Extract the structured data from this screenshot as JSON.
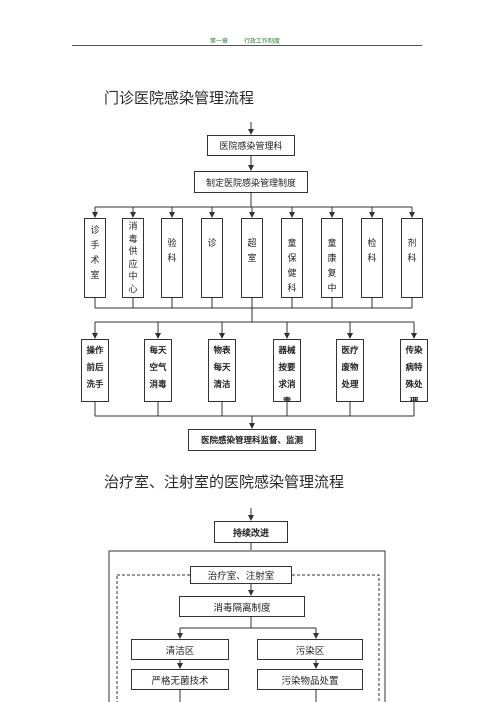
{
  "header": {
    "chapter": "第一章",
    "section": "行政工作制度"
  },
  "flow1": {
    "title": "门诊医院感染管理流程",
    "top": "医院感染管理科",
    "policy": "制定医院感染管理制度",
    "departments": [
      [
        "诊",
        "手",
        "术",
        "室"
      ],
      [
        "消",
        "毒",
        "供",
        "应",
        "中",
        "心"
      ],
      [
        "验",
        "科"
      ],
      [
        "诊"
      ],
      [
        "超",
        "室"
      ],
      [
        "童",
        "保",
        "健",
        "科"
      ],
      [
        "童",
        "康",
        "复",
        "中"
      ],
      [
        "检",
        "科"
      ],
      [
        "剂",
        "科"
      ]
    ],
    "measures": [
      [
        "操作",
        "前后",
        "洗手"
      ],
      [
        "每天",
        "空气",
        "消毒"
      ],
      [
        "物表",
        "每天",
        "清洁"
      ],
      [
        "器械",
        "按要",
        "求消",
        "毒"
      ],
      [
        "医疗",
        "废物",
        "处理"
      ],
      [
        "传染",
        "病特",
        "殊处",
        "理"
      ]
    ],
    "bottom": "医院感染管理科监督、监测"
  },
  "flow2": {
    "title": "治疗室、注射室的医院感染管理流程",
    "improve": "持续改进",
    "room": "治疗室、注射室",
    "policy": "消毒隔离制度",
    "clean_zone": "清洁区",
    "dirty_zone": "污染区",
    "clean_rule": "严格无菌技术",
    "dirty_rule": "污染物品处置"
  }
}
